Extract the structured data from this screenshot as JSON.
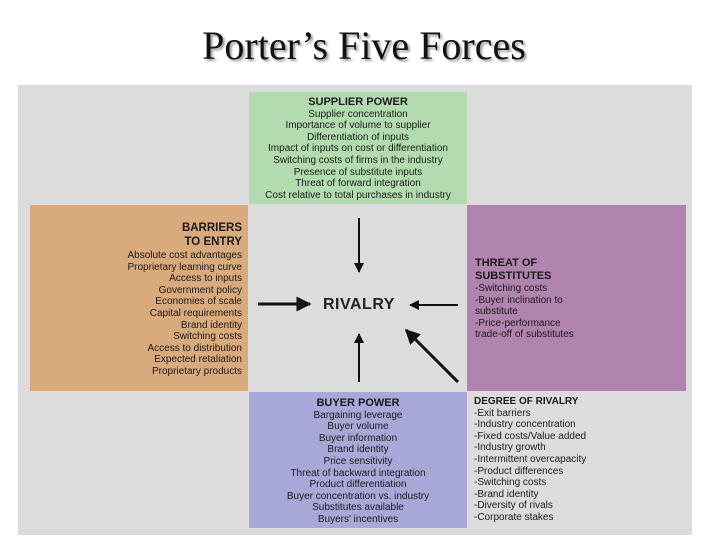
{
  "title": "Porter’s Five Forces",
  "center": "RIVALRY",
  "supplier": {
    "head": "SUPPLIER POWER",
    "items": [
      "Supplier concentration",
      "Importance of volume to supplier",
      "Differentiation of inputs",
      "Impact of inputs on cost or differentiation",
      "Switching costs of firms in the industry",
      "Presence of substitute inputs",
      "Threat of forward integration",
      "Cost relative to total purchases in industry"
    ]
  },
  "barriers": {
    "head1": "BARRIERS",
    "head2": "TO ENTRY",
    "items": [
      "Absolute cost advantages",
      "Proprietary learning curve",
      "Access to inputs",
      "Government policy",
      "Economies of scale",
      "Capital requirements",
      "Brand identity",
      "Switching costs",
      "Access to distribution",
      "Expected retaliation",
      "Proprietary products"
    ]
  },
  "threat": {
    "head1": "THREAT OF",
    "head2": "SUBSTITUTES",
    "items": [
      "-Switching costs",
      "-Buyer inclination to",
      " substitute",
      "-Price-performance",
      " trade-off of substitutes"
    ]
  },
  "buyer": {
    "head": "BUYER POWER",
    "items": [
      "Bargaining leverage",
      "Buyer volume",
      "Buyer information",
      "Brand identity",
      "Price sensitivity",
      "Threat of backward integration",
      "Product differentiation",
      "Buyer concentration vs. industry",
      "Substitutes available",
      "Buyers' incentives"
    ]
  },
  "degree": {
    "head": "DEGREE OF RIVALRY",
    "items": [
      "-Exit barriers",
      "-Industry concentration",
      "-Fixed costs/Value added",
      "-Industry growth",
      "-Intermittent overcapacity",
      "-Product differences",
      "-Switching costs",
      "-Brand identity",
      "-Diversity of rivals",
      "-Corporate stakes"
    ]
  }
}
